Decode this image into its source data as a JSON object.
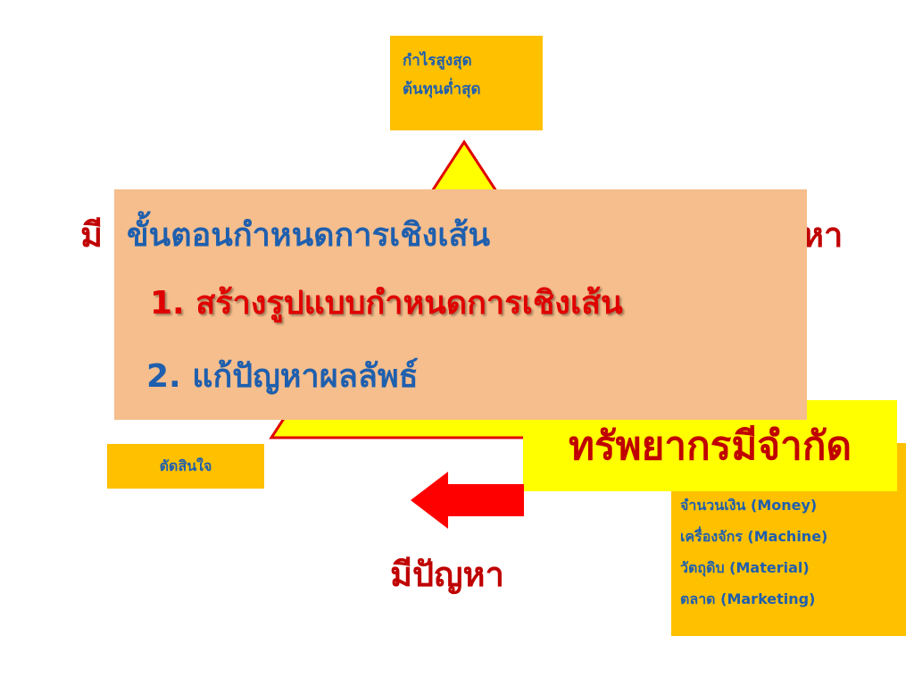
{
  "goal": {
    "line1": "กำไรสูงสุด",
    "line2": "ต้นทุนต่ำสุด"
  },
  "left_label": "มี",
  "right_label": "หา",
  "decide": "ตัดสินใจ",
  "resources": {
    "label": "ทรัพยากรมีจำกัด",
    "items": [
      "จำนวนเงิน (Money)",
      "เครื่องจักร (Machine)",
      "วัตถุดิบ (Material)",
      "ตลาด (Marketing)"
    ]
  },
  "problem": "มีปัญหา",
  "popup": {
    "title": "ขั้นตอนกำหนดการเชิงเส้น",
    "step1": "1. สร้างรูปแบบกำหนดการเชิงเส้น",
    "step2": "2. แก้ปัญหาผลลัพธ์"
  },
  "colors": {
    "orange": "#ffc000",
    "yellow": "#ffff00",
    "red": "#c00000",
    "blue": "#1f5fae",
    "popup_bg": "#f5be8c"
  }
}
